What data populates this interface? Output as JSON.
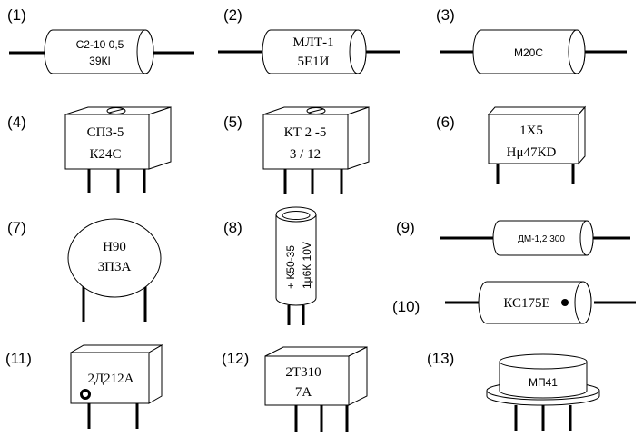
{
  "components": [
    {
      "number": "(1)",
      "lines": [
        "С2-10 0,5",
        "39КI"
      ]
    },
    {
      "number": "(2)",
      "lines": [
        "МЛТ-1",
        "5Е1И"
      ]
    },
    {
      "number": "(3)",
      "lines": [
        "М20С"
      ]
    },
    {
      "number": "(4)",
      "lines": [
        "СП3-5",
        "К24С"
      ]
    },
    {
      "number": "(5)",
      "lines": [
        "КТ 2 -5",
        "3 / 12"
      ]
    },
    {
      "number": "(6)",
      "lines": [
        "1Х5",
        "Нμ47КD"
      ]
    },
    {
      "number": "(7)",
      "lines": [
        "Н90",
        "3П3А"
      ]
    },
    {
      "number": "(8)",
      "lines": [
        "+ К50-35",
        "1μ6К 10V"
      ]
    },
    {
      "number": "(9)",
      "lines": [
        "ДМ-1,2  300"
      ]
    },
    {
      "number": "(10)",
      "lines": [
        "КС175Е"
      ]
    },
    {
      "number": "(11)",
      "lines": [
        "2Д212А"
      ]
    },
    {
      "number": "(12)",
      "lines": [
        "2Т310",
        "7А"
      ]
    },
    {
      "number": "(13)",
      "lines": [
        "МП41"
      ]
    }
  ]
}
